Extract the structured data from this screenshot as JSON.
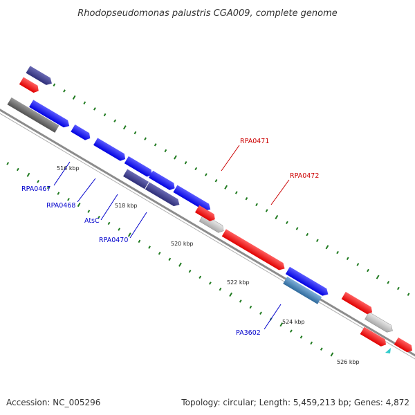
{
  "title": "Rhodopseudomonas palustris CGA009, complete genome",
  "footer": {
    "accession": "Accession: NC_005296",
    "summary": "Topology: circular; Length: 5,459,213 bp; Genes: 4,872"
  },
  "kbp_labels": [
    "516 kbp",
    "518 kbp",
    "520 kbp",
    "522 kbp",
    "524 kbp",
    "526 kbp"
  ],
  "gene_labels": [
    "RPA0467",
    "RPA0468",
    "AtsC",
    "RPA0470",
    "RPA0471",
    "RPA0472",
    "PA3602"
  ],
  "colors": {
    "backbone": "#8c8c8c",
    "tick": "#1f7a1f",
    "gene_blue": "#1a1aff",
    "gene_navy": "#3a3a8c",
    "gene_red": "#ff1a1a",
    "gene_gray": "#6e6e6e",
    "gene_lightgray": "#c8c8c8",
    "gene_steel": "#4682b4",
    "label_blue": "#0000cc",
    "label_red": "#cc0000"
  }
}
